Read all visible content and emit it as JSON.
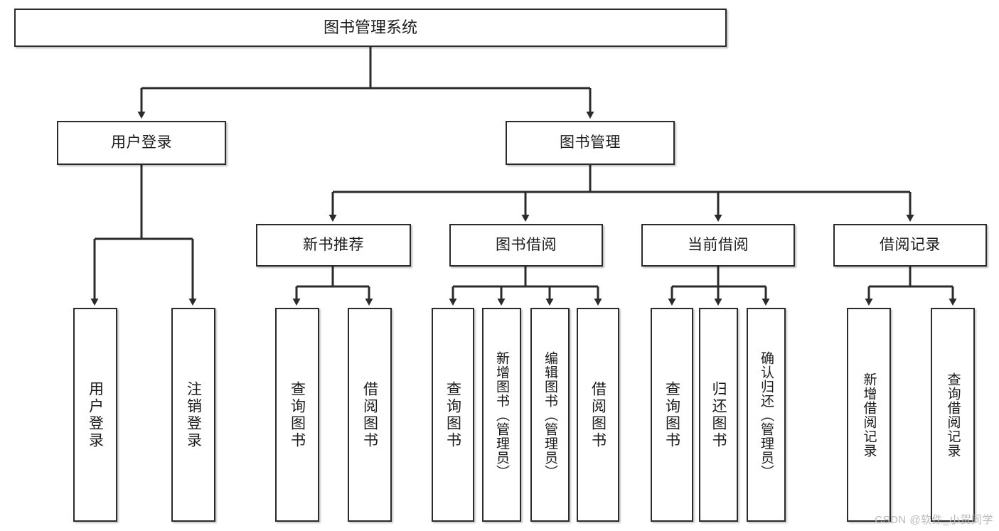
{
  "diagram": {
    "title": "图书管理系统",
    "root": {
      "label": "图书管理系统"
    },
    "level2": [
      {
        "label": "用户登录"
      },
      {
        "label": "图书管理"
      }
    ],
    "level3": [
      {
        "label": "新书推荐"
      },
      {
        "label": "图书借阅"
      },
      {
        "label": "当前借阅"
      },
      {
        "label": "借阅记录"
      }
    ],
    "leaves": {
      "user_login": [
        {
          "label": "用户登录"
        },
        {
          "label": "注销登录"
        }
      ],
      "new_book": [
        {
          "label": "查询图书"
        },
        {
          "label": "借阅图书"
        }
      ],
      "book_borrow": [
        {
          "label": "查询图书"
        },
        {
          "label": "新增图书（管理员）"
        },
        {
          "label": "编辑图书（管理员）"
        },
        {
          "label": "借阅图书"
        }
      ],
      "current_borrow": [
        {
          "label": "查询图书"
        },
        {
          "label": "归还图书"
        },
        {
          "label": "确认归还（管理员）"
        }
      ],
      "borrow_record": [
        {
          "label": "新增借阅记录"
        },
        {
          "label": "查询借阅记录"
        }
      ]
    }
  },
  "watermark": {
    "text": "CSDN @软件_小贺同学"
  },
  "colors": {
    "stroke": "#2b2b2b",
    "text": "#1b1b1b",
    "background": "#ffffff",
    "watermark": "#b9b9b9"
  }
}
